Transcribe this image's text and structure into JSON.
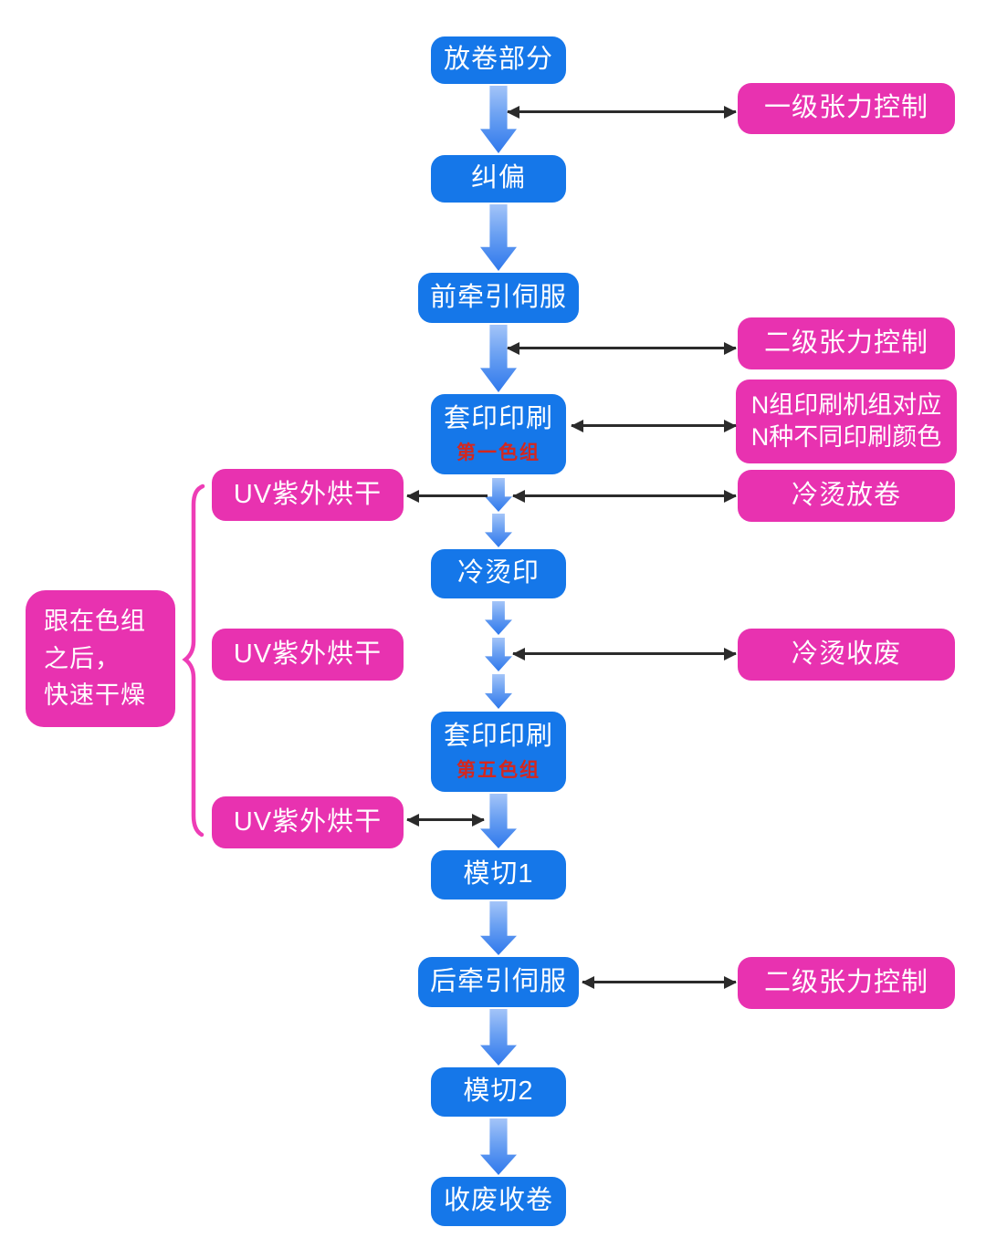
{
  "diagram": {
    "title_hint": "label-press-workflow-flowchart",
    "nodes": {
      "unwind": {
        "label": "放卷部分"
      },
      "tension1": {
        "label": "一级张力控制"
      },
      "correction": {
        "label": "纠偏"
      },
      "front_traction": {
        "label": "前牵引伺服"
      },
      "tension2a": {
        "label": "二级张力控制"
      },
      "print1": {
        "label": "套印印刷",
        "sublabel": "第一色组"
      },
      "n_groups": {
        "line1": "N组印刷机组对应",
        "line2": "N种不同印刷颜色"
      },
      "uv1": {
        "label": "UV紫外烘干"
      },
      "cold_unwind": {
        "label": "冷烫放卷"
      },
      "cold_stamp": {
        "label": "冷烫印"
      },
      "uv2": {
        "label": "UV紫外烘干"
      },
      "cold_rewind": {
        "label": "冷烫收废"
      },
      "print5": {
        "label": "套印印刷",
        "sublabel": "第五色组"
      },
      "uv3": {
        "label": "UV紫外烘干"
      },
      "die_cut1": {
        "label": "模切1"
      },
      "rear_traction": {
        "label": "后牵引伺服"
      },
      "tension2b": {
        "label": "二级张力控制"
      },
      "die_cut2": {
        "label": "模切2"
      },
      "waste_rewind": {
        "label": "收废收卷"
      },
      "note": {
        "lines": [
          "跟在色组",
          "之后，",
          "快速干燥"
        ]
      }
    },
    "colors": {
      "process_blue": "#1577e9",
      "accent_pink": "#e832b0",
      "sublabel_red": "#d4271e",
      "arrow_black": "#2b2b2b",
      "flow_arrow_light": "#a3c4f8",
      "flow_arrow_dark": "#2e78ec",
      "brace_pink": "#ee3db6"
    }
  }
}
